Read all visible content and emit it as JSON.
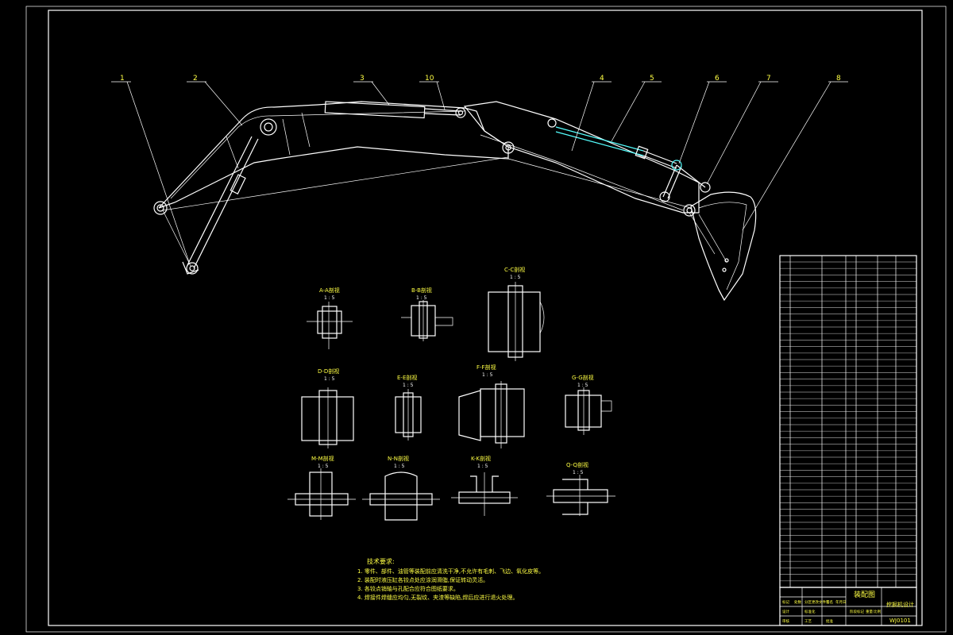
{
  "colors": {
    "background": "#000000",
    "line": "#ffffff",
    "accent": "#55ffff",
    "label": "#ffff44"
  },
  "balloons": [
    "1",
    "2",
    "3",
    "10",
    "4",
    "5",
    "6",
    "7",
    "8"
  ],
  "details": [
    {
      "id": "AA",
      "title": "A-A剖视",
      "scale": "1 : 5"
    },
    {
      "id": "BB",
      "title": "B-B剖视",
      "scale": "1 : 5"
    },
    {
      "id": "CC",
      "title": "C-C剖视",
      "scale": "1 : 5"
    },
    {
      "id": "DD",
      "title": "D-D剖视",
      "scale": "1 : 5"
    },
    {
      "id": "EE",
      "title": "E-E剖视",
      "scale": "1 : 5"
    },
    {
      "id": "FF",
      "title": "F-F剖视",
      "scale": "1 : 5"
    },
    {
      "id": "GG",
      "title": "G-G剖视",
      "scale": "1 : 5"
    },
    {
      "id": "MM",
      "title": "M-M剖视",
      "scale": "1 : 5"
    },
    {
      "id": "NN",
      "title": "N-N剖视",
      "scale": "1 : 5"
    },
    {
      "id": "KK",
      "title": "K-K剖视",
      "scale": "1 : 5"
    },
    {
      "id": "QQ",
      "title": "Q-Q剖视",
      "scale": "1 : 5"
    }
  ],
  "notes": {
    "heading": "技术要求:",
    "lines": [
      "1. 零件、部件、油管等装配前应清洗干净,不允许有毛刺、飞边、氧化皮等。",
      "2. 装配时液压缸各铰点处应涂润滑脂,保证转动灵活。",
      "3. 各铰点销轴与孔配合应符合图纸要求。",
      "4. 焊接件焊缝应均匀,无裂纹、夹渣等缺陷,焊后应进行退火处理。"
    ]
  },
  "title_block": {
    "name": "装配图",
    "company": "挖掘机设计",
    "drawing_no": "WJ0101",
    "labels": [
      "标记",
      "处数",
      "分区",
      "更改文件号",
      "签名",
      "年月日",
      "设计",
      "标准化",
      "审核",
      "工艺",
      "批准",
      "阶段标记",
      "重量",
      "比例"
    ]
  }
}
